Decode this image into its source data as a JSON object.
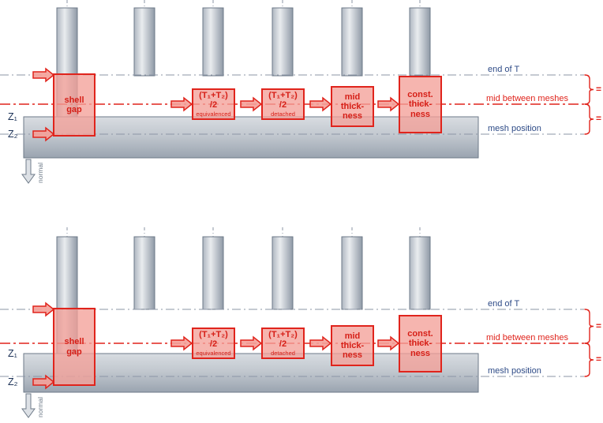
{
  "colors": {
    "red": "#e0241c",
    "red_fill": "rgba(244,160,152,0.78)",
    "steel_border": "#6e7a88",
    "blue_label": "#2e4b87",
    "gray_line": "#8b95a6"
  },
  "panels": [
    {
      "name": "top",
      "lines": {
        "end_of_t": "end of T",
        "mid_between_meshes": "mid between meshes",
        "mesh_position": "mesh position"
      },
      "axes": {
        "z1": "Z₁",
        "z2": "Z₂",
        "normal": "normal"
      },
      "boxes": {
        "shell_gap": "shell\ngap",
        "equivalenced_formula": "(T₁+T₂)\n/2",
        "equivalenced_note": "equivalenced",
        "detached_formula": "(T₁+T₂)\n/2",
        "detached_note": "detached",
        "mid_thickness": "mid\nthick-\nness",
        "const_thickness": "const.\nthick-\nness"
      },
      "equals": {
        "upper": "=",
        "lower": "="
      }
    },
    {
      "name": "bottom",
      "lines": {
        "end_of_t": "end of T",
        "mid_between_meshes": "mid between meshes",
        "mesh_position": "mesh position"
      },
      "axes": {
        "z1": "Z₁",
        "z2": "Z₂",
        "normal": "normal"
      },
      "boxes": {
        "shell_gap": "shell\ngap",
        "equivalenced_formula": "(T₁+T₂)\n/2",
        "equivalenced_note": "equivalenced",
        "detached_formula": "(T₁+T₂)\n/2",
        "detached_note": "detached",
        "mid_thickness": "mid\nthick-\nness",
        "const_thickness": "const.\nthick-\nness"
      },
      "equals": {
        "upper": "=",
        "lower": "="
      }
    }
  ]
}
